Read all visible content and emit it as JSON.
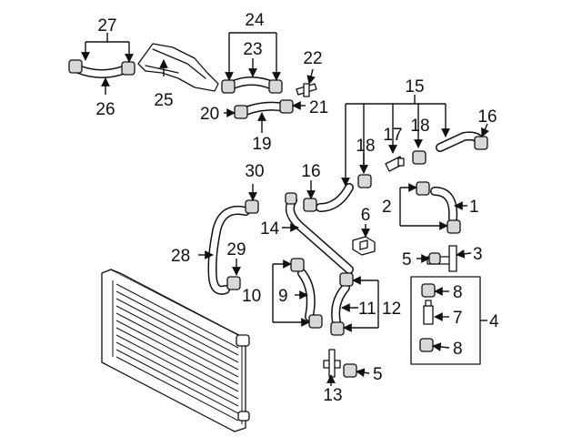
{
  "diagram": {
    "callouts": {
      "c1": "1",
      "c2": "2",
      "c3": "3",
      "c4": "4",
      "c5a": "5",
      "c5b": "5",
      "c6": "6",
      "c7": "7",
      "c8a": "8",
      "c8b": "8",
      "c9": "9",
      "c10": "10",
      "c11": "11",
      "c12": "12",
      "c13": "13",
      "c14": "14",
      "c15": "15",
      "c16a": "16",
      "c16b": "16",
      "c17": "17",
      "c18a": "18",
      "c18b": "18",
      "c19": "19",
      "c20": "20",
      "c21": "21",
      "c22": "22",
      "c23": "23",
      "c24": "24",
      "c25": "25",
      "c26": "26",
      "c27": "27",
      "c28": "28",
      "c29": "29",
      "c30": "30"
    }
  }
}
